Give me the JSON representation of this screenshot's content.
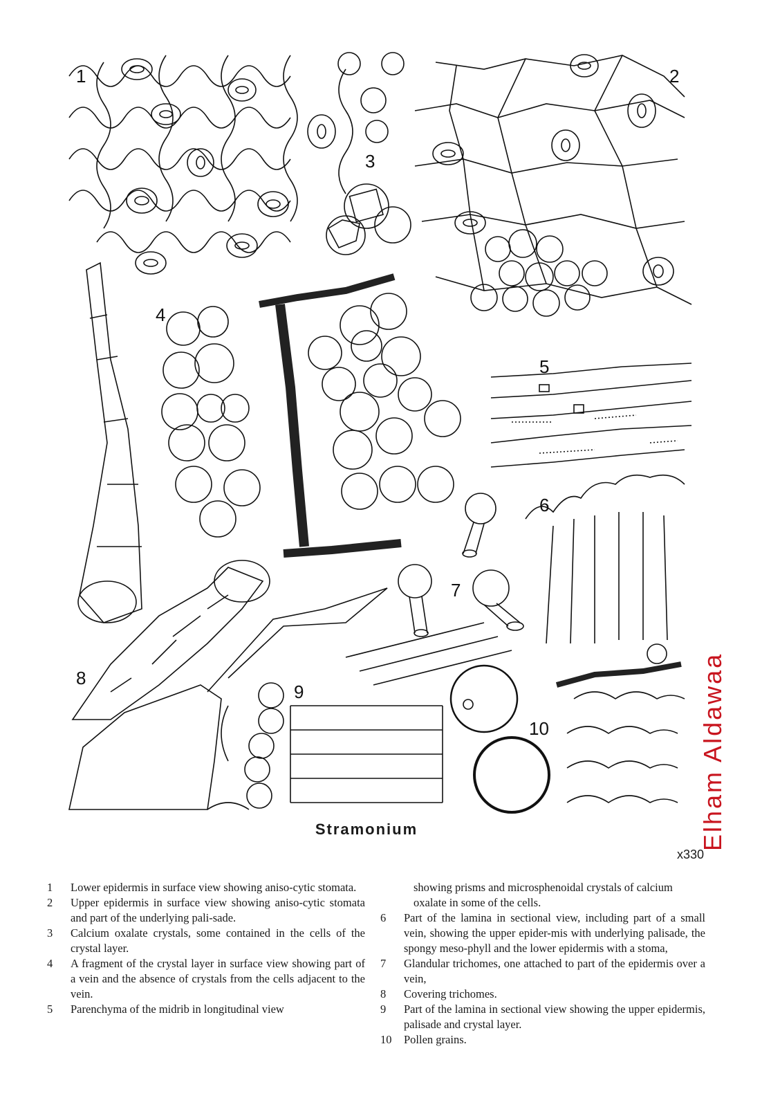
{
  "figure": {
    "title": "Stramonium",
    "magnification": "x330",
    "author_watermark": "Elham Aldawaa",
    "figure_numbers": [
      "1",
      "2",
      "3",
      "4",
      "5",
      "6",
      "7",
      "8",
      "9",
      "10"
    ]
  },
  "legend": {
    "left": [
      {
        "num": "1",
        "text": "Lower epidermis in surface view showing aniso-cytic stomata."
      },
      {
        "num": "2",
        "text": "Upper epidermis in surface view showing aniso-cytic stomata and part of the underlying pali-sade."
      },
      {
        "num": "3",
        "text": "Calcium oxalate crystals, some contained in the cells of the crystal layer."
      },
      {
        "num": "4",
        "text": "A fragment of the crystal layer in surface view showing part of a vein and the absence of crystals from the cells adjacent to the vein."
      },
      {
        "num": "5",
        "text": "Parenchyma of the midrib in longitudinal view"
      }
    ],
    "right_continuation": "showing prisms and microsphenoidal crystals of calcium oxalate in some of the cells.",
    "right": [
      {
        "num": "6",
        "text": "Part of the lamina in sectional view, including part of a small vein, showing the upper epider-mis with underlying palisade, the spongy meso-phyll and the lower epidermis with a stoma,"
      },
      {
        "num": "7",
        "text": "Glandular trichomes, one attached to part of the epidermis over a vein,"
      },
      {
        "num": "8",
        "text": "Covering trichomes."
      },
      {
        "num": "9",
        "text": "Part of the lamina in sectional view showing the upper epidermis, palisade and crystal layer."
      },
      {
        "num": "10",
        "text": "Pollen grains."
      }
    ]
  }
}
